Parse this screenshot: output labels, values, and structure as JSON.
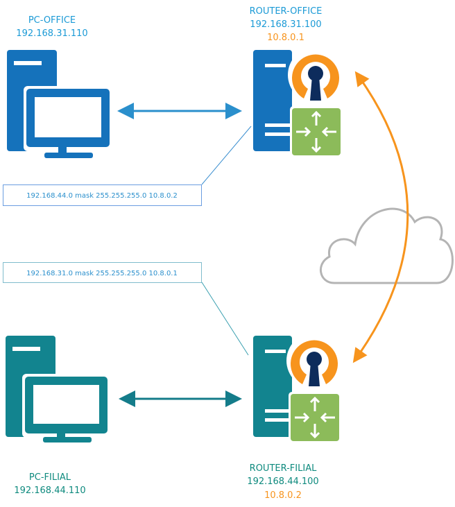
{
  "colors": {
    "office": "#1572bb",
    "office_text": "#1b9ad6",
    "filial": "#12848f",
    "filial_text": "#0e8a7e",
    "vpn_orange": "#f7941d",
    "vpn_navy": "#0d2c5c",
    "router_green": "#8cbb5a",
    "cloud": "#b4b4b4"
  },
  "pc_office": {
    "name": "PC-OFFICE",
    "ip": "192.168.31.110",
    "icon": "desktop-computer-icon"
  },
  "router_office": {
    "name": "ROUTER-OFFICE",
    "ip": "192.168.31.100",
    "vpn_ip": "10.8.0.1",
    "icons": [
      "server-tower-icon",
      "openvpn-icon",
      "router-icon"
    ]
  },
  "pc_filial": {
    "name": "PC-FILIAL",
    "ip": "192.168.44.110",
    "icon": "desktop-computer-icon"
  },
  "router_filial": {
    "name": "ROUTER-FILIAL",
    "ip": "192.168.44.100",
    "vpn_ip": "10.8.0.2",
    "icons": [
      "server-tower-icon",
      "openvpn-icon",
      "router-icon"
    ]
  },
  "route_office": "192.168.44.0 mask 255.255.255.0 10.8.0.2",
  "route_filial": "192.168.31.0 mask 255.255.255.0 10.8.0.1",
  "internet": {
    "icon": "cloud-icon"
  }
}
